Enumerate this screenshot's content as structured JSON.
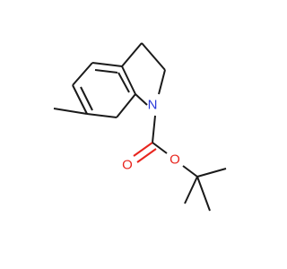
{
  "molecule": {
    "atoms": {
      "nitrogen": {
        "label": "N",
        "color": "#2b3bd9"
      },
      "oxygen_carbonyl": {
        "label": "O",
        "color": "#e8251e"
      },
      "oxygen_ester": {
        "label": "O",
        "color": "#e8251e"
      }
    },
    "bond_color": "#1a1a1a"
  }
}
